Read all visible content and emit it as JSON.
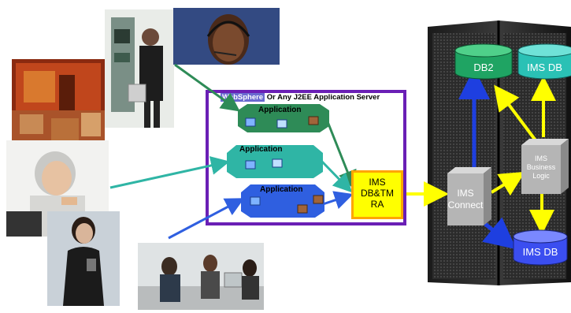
{
  "app_server": {
    "brand": "WebSphere",
    "title_rest": "Or Any J2EE Application Server"
  },
  "applications": [
    {
      "label": "Application",
      "color": "#2e8b57"
    },
    {
      "label": "Application",
      "color": "#2fb5a5"
    },
    {
      "label": "Application",
      "color": "#2f5fe0"
    }
  ],
  "ims_ra": {
    "line1": "IMS",
    "line2": "DB&TM",
    "line3": "RA"
  },
  "ims_connect": {
    "line1": "IMS",
    "line2": "Connect"
  },
  "ims_business_logic": {
    "line1": "IMS",
    "line2": "Business",
    "line3": "Logic"
  },
  "databases": {
    "db2": "DB2",
    "ims_db_top": "IMS DB",
    "ims_db_bottom": "IMS DB"
  },
  "colors": {
    "frame_purple": "#6a1fb5",
    "ims_ra_fill": "#ffff00",
    "ims_ra_border": "#ffa500",
    "connector_yellow": "#ffff00",
    "db2_green": "#1fa463",
    "ims_db_teal": "#2ac1b5",
    "ims_db_blue": "#3b4ef0"
  }
}
